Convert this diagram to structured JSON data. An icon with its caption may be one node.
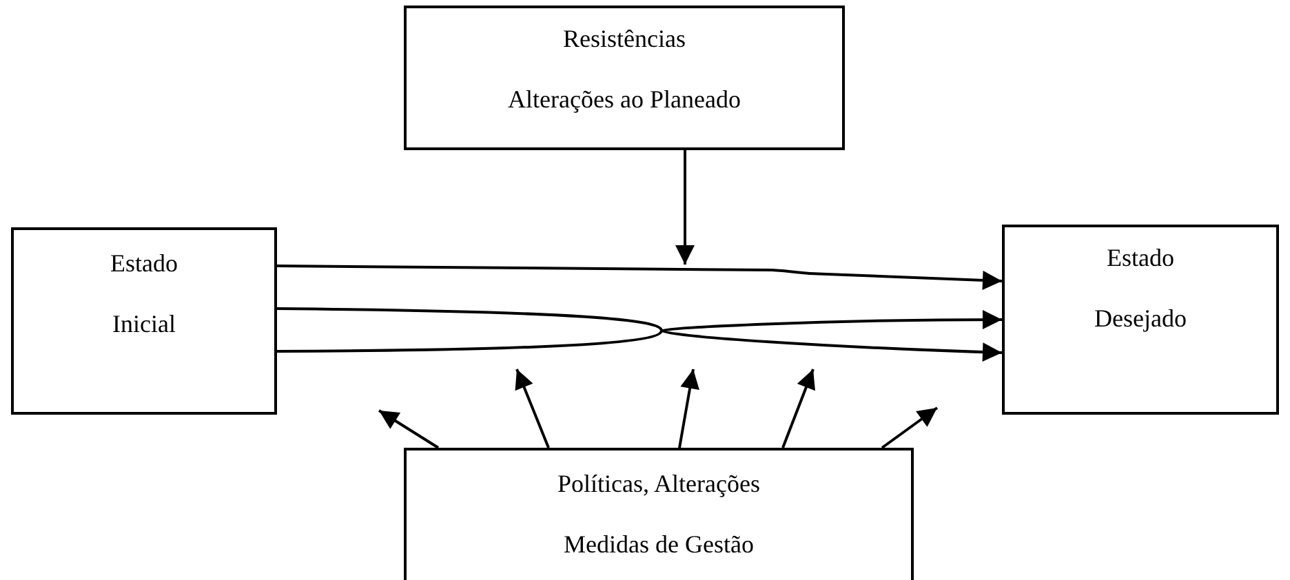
{
  "diagram": {
    "nodes": [
      {
        "text": [
          "Resistências",
          "Alterações ao Planeado"
        ]
      },
      {
        "text": [
          "Estado Inicial"
        ]
      },
      {
        "text": [
          "Estado Desejado"
        ]
      },
      {
        "text": [
          "Políticas, Alterações",
          "Medidas de Gestão"
        ]
      }
    ],
    "edges": [
      {
        "from": 1,
        "to": 2,
        "arrow": "to"
      },
      {
        "from": 1,
        "to": 2,
        "arrow": "to"
      },
      {
        "from": 1,
        "to": 2,
        "arrow": "to"
      },
      {
        "from": 0,
        "to": null,
        "arrow": "to"
      },
      {
        "from": 3,
        "to": null,
        "arrow": "to"
      },
      {
        "from": 3,
        "to": null,
        "arrow": "to"
      },
      {
        "from": 3,
        "to": null,
        "arrow": "to"
      },
      {
        "from": 3,
        "to": null,
        "arrow": "to"
      },
      {
        "from": 3,
        "to": null,
        "arrow": "to"
      }
    ]
  }
}
